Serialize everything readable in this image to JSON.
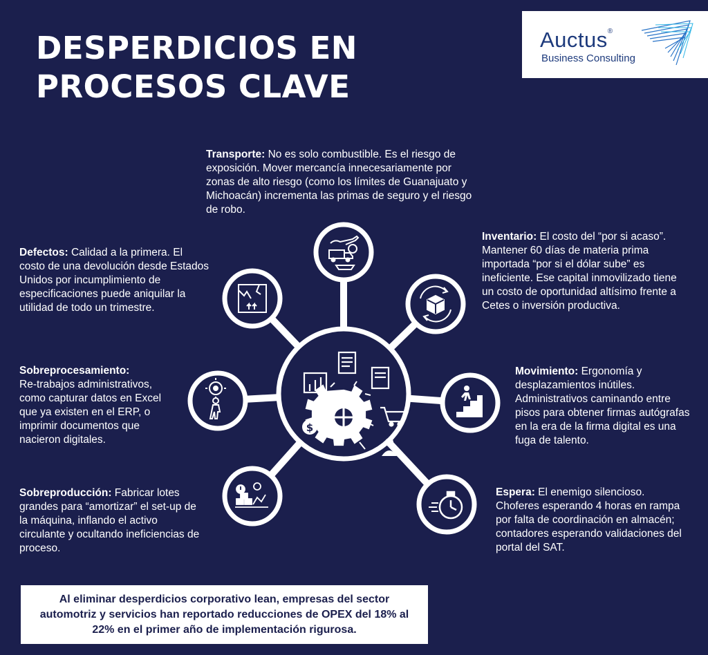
{
  "title": {
    "line1": "DESPERDICIOS EN",
    "line2": "PROCESOS CLAVE"
  },
  "logo": {
    "name": "Auctus",
    "reg": "®",
    "sub": "Business Consulting"
  },
  "wastes": {
    "transporte": {
      "label": "Transporte:",
      "text": " No es solo combustible. Es el riesgo de exposición. Mover mercancía innecesariamente por zonas de alto riesgo (como los límites de Guanajuato y Michoacán) incrementa las primas de seguro y el riesgo de robo.",
      "icon": "transport-icon"
    },
    "inventario": {
      "label": "Inventario:",
      "text": " El costo del “por si acaso”. Mantener 60 días de materia prima importada “por si el dólar sube” es ineficiente. Ese capital inmovilizado tiene un costo de oportunidad altísimo frente a Cetes o inversión productiva.",
      "icon": "inventory-cycle-icon"
    },
    "movimiento": {
      "label": "Movimiento:",
      "text": " Ergonomía y desplazamientos inútiles. Administrativos caminando entre pisos para obtener firmas autógrafas en la era de la firma digital es una fuga de talento.",
      "icon": "person-stairs-icon"
    },
    "espera": {
      "label": "Espera:",
      "text": " El enemigo silencioso. Choferes esperando 4 horas en rampa por falta de coordinación en almacén; contadores esperando validaciones del portal del SAT.",
      "icon": "stopwatch-icon"
    },
    "sobreproduccion": {
      "label": "Sobreproducción:",
      "text": " Fabricar lotes grandes para “amortizar” el set-up de la máquina, inflando el activo circulante y ocultando ineficiencias de proceso.",
      "icon": "overproduction-icon"
    },
    "sobreprocesamiento": {
      "label": "Sobreprocesamiento:",
      "text": "Re-trabajos administrativos, como capturar datos en Excel que ya existen en el ERP, o imprimir documentos que nacieron digitales.",
      "icon": "person-gear-icon"
    },
    "defectos": {
      "label": "Defectos:",
      "text": " Calidad a la primera. El costo de una devolución desde Estados Unidos por incumplimiento de especificaciones puede aniquilar la utilidad de todo un trimestre.",
      "icon": "damaged-box-icon"
    }
  },
  "center": {
    "icon": "business-process-gear-icon"
  },
  "footer": {
    "text": "Al eliminar desperdicios corporativo lean, empresas del sector automotriz y servicios han reportado reducciones de OPEX del 18% al 22% en el primer año de implementación rigurosa."
  },
  "colors": {
    "background": "#1b1f4d",
    "accent": "#ffffff",
    "logo_blue": "#1d3a7c"
  }
}
